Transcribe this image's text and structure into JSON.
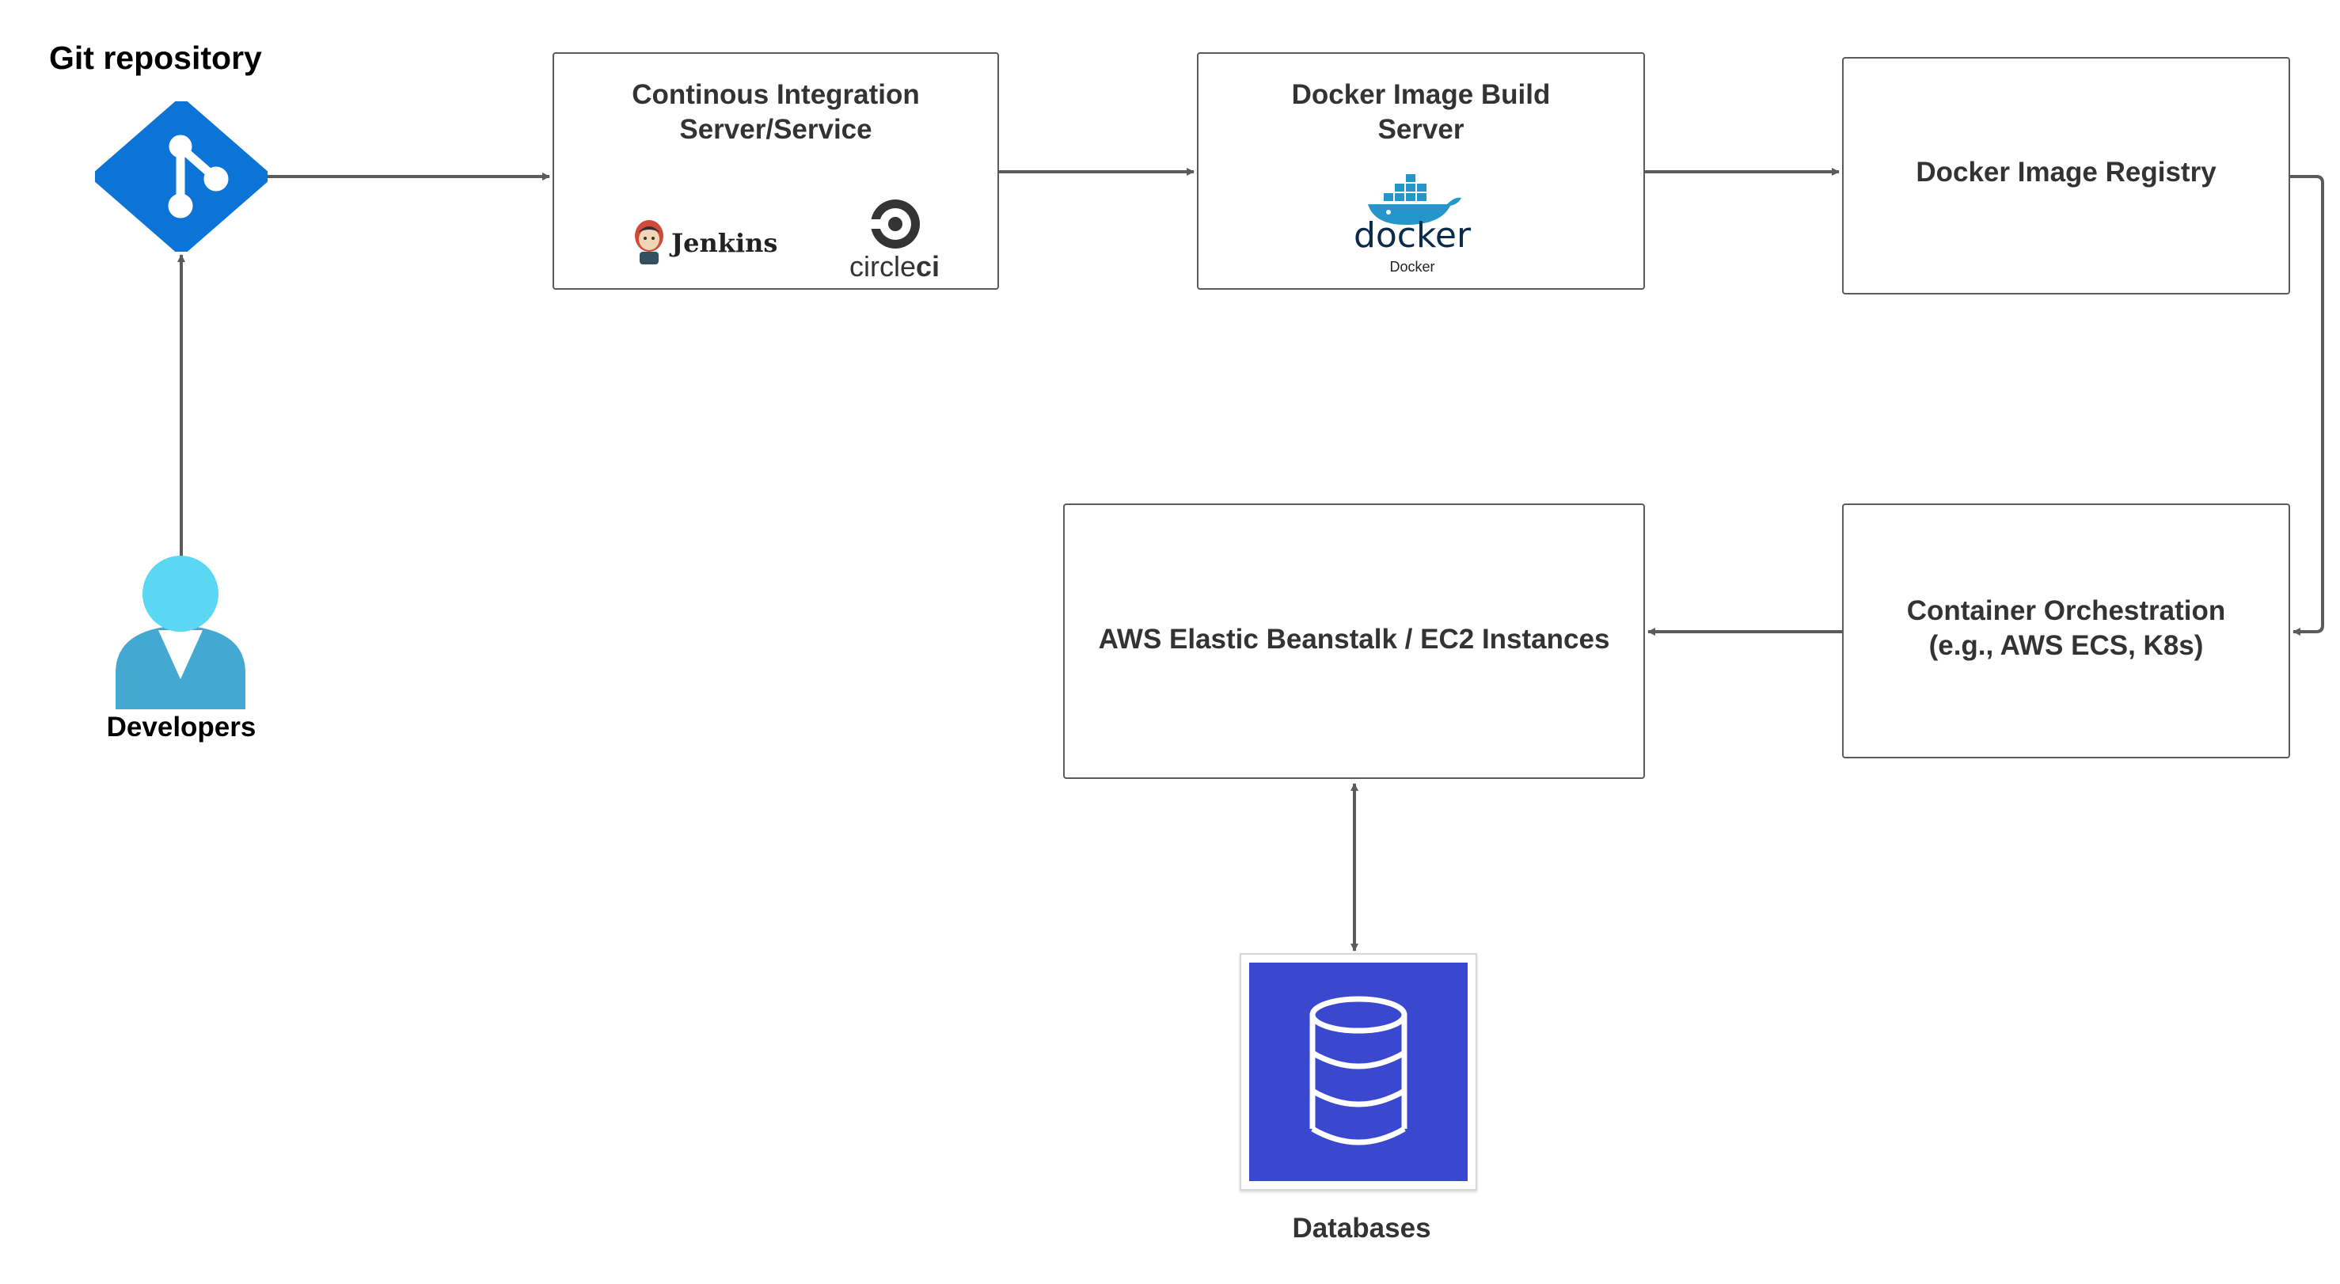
{
  "git": {
    "title": "Git repository",
    "icon": "git-icon"
  },
  "developers": {
    "label": "Developers",
    "icon": "user-icon"
  },
  "ci": {
    "title": "Continous Integration\nServer/Service",
    "jenkins_label": "Jenkins",
    "circleci_label_light": "circle",
    "circleci_label_bold": "ci"
  },
  "docker_build": {
    "title": "Docker Image Build\nServer",
    "docker_word": "docker",
    "docker_caption": "Docker"
  },
  "registry": {
    "title": "Docker Image Registry"
  },
  "orchestration": {
    "title": "Container Orchestration\n(e.g., AWS ECS, K8s)"
  },
  "beanstalk": {
    "title": "AWS Elastic Beanstalk / EC2 Instances"
  },
  "databases": {
    "label": "Databases",
    "icon": "database-icon"
  },
  "colors": {
    "git_blue": "#0b74d6",
    "person_light": "#5ad7f2",
    "person_dark": "#43a9d3",
    "db_bg": "#3a48d0",
    "docker_blue": "#2496c9",
    "edge": "#5b5b5b"
  }
}
